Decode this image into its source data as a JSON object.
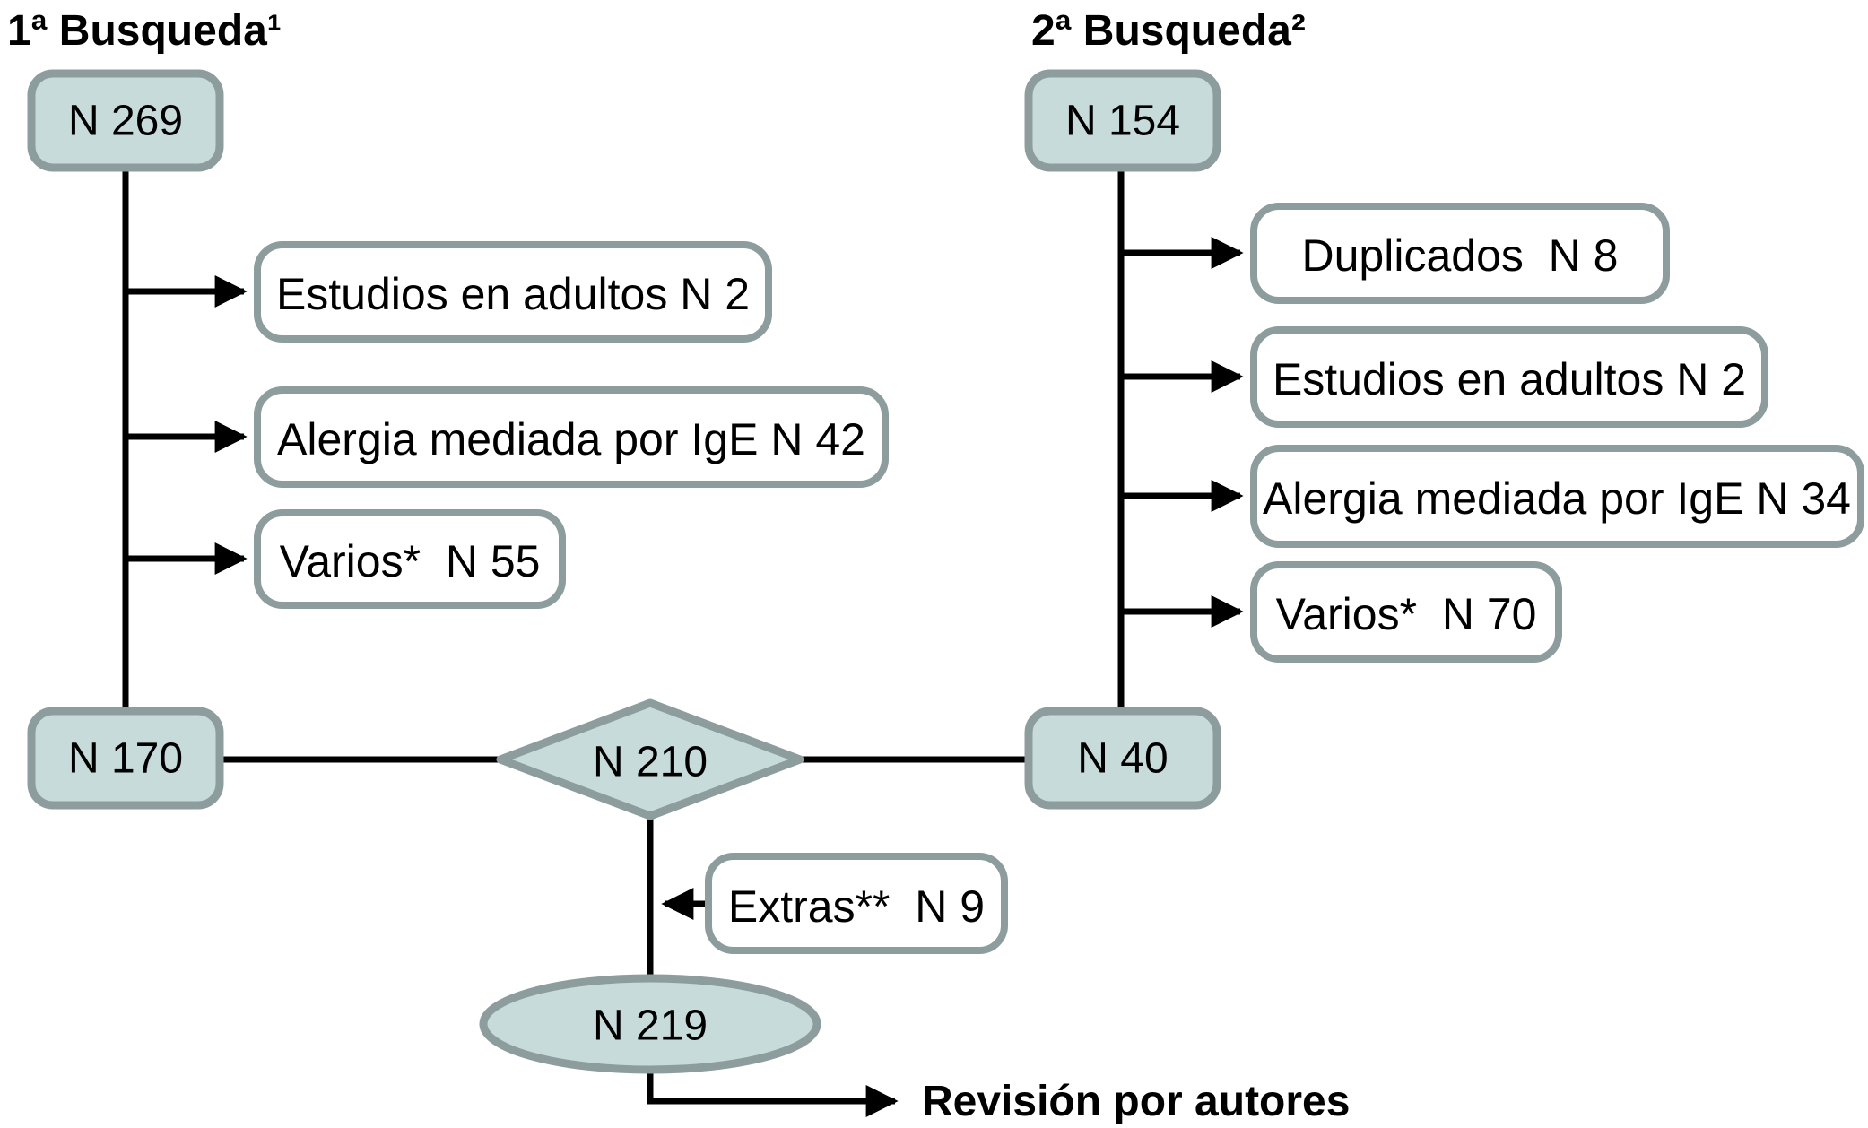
{
  "diagram": {
    "titles": {
      "search1": "1ª Busqueda¹",
      "search2": "2ª Busqueda²"
    },
    "nodes": {
      "search1_initial": "N 269",
      "search1_remaining": "N 170",
      "search2_initial": "N 154",
      "search2_remaining": "N 40",
      "merged": "N 210",
      "final_total": "N 219"
    },
    "exclusions_search1": [
      "Estudios en adultos N 2",
      "Alergia mediada por IgE N 42",
      "Varios*  N 55"
    ],
    "exclusions_search2": [
      "Duplicados  N 8",
      "Estudios en adultos N 2",
      "Alergia mediada por IgE N 34",
      "Varios*  N 70"
    ],
    "additions": {
      "extras": "Extras**  N 9"
    },
    "final_step": "Revisión por autores",
    "colors": {
      "node_fill": "#c7dbda",
      "node_border": "#8d9c9c",
      "exclusion_fill": "#ffffff",
      "line": "#000000",
      "text": "#000000",
      "background": "#ffffff"
    }
  }
}
